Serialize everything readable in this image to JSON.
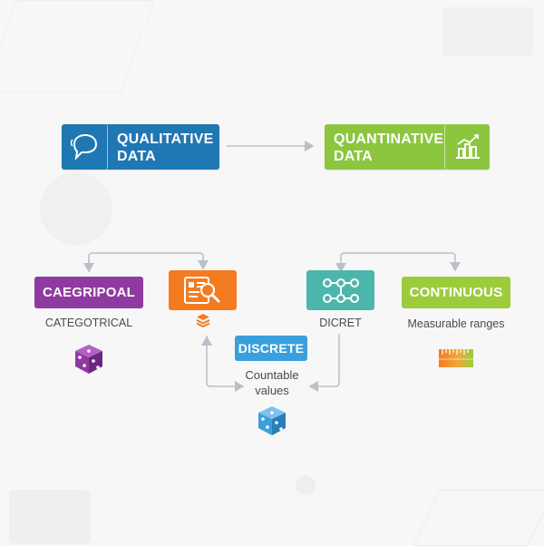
{
  "nodes": {
    "qualitative": {
      "line1": "QUALITATIVE",
      "line2": "DATA"
    },
    "quantitative": {
      "line1": "QUANTINATIVE",
      "line2": "DATA"
    },
    "categorical_box": {
      "label": "CAEGRIPOAL"
    },
    "categorical_caption": {
      "label": "CATEGOTRICAL"
    },
    "discrete_box": {
      "label": "DISCRETE"
    },
    "discrete_caption": {
      "line1": "Countable",
      "line2": "values"
    },
    "dicret_caption": {
      "label": "DICRET"
    },
    "continuous_box": {
      "label": "CONTINUOUS"
    },
    "continuous_caption": {
      "label": "Measurable ranges"
    }
  },
  "colors": {
    "qualitative": "#1f77b4",
    "quantitative": "#8cc63f",
    "categorical": "#8e3aa0",
    "orange": "#f47b20",
    "discrete": "#3a9fdc",
    "teal": "#4db6ac",
    "continuous": "#9ccc3c",
    "connector": "#b9c0c8"
  },
  "icons": {
    "qualitative": "speech-bubble-icon",
    "quantitative": "bar-chart-icon",
    "research": "document-search-icon",
    "layers": "layers-icon",
    "dice_purple": "dice-icon",
    "dice_blue": "dice-icon",
    "network": "node-network-icon",
    "ruler": "gradient-ruler-icon"
  }
}
